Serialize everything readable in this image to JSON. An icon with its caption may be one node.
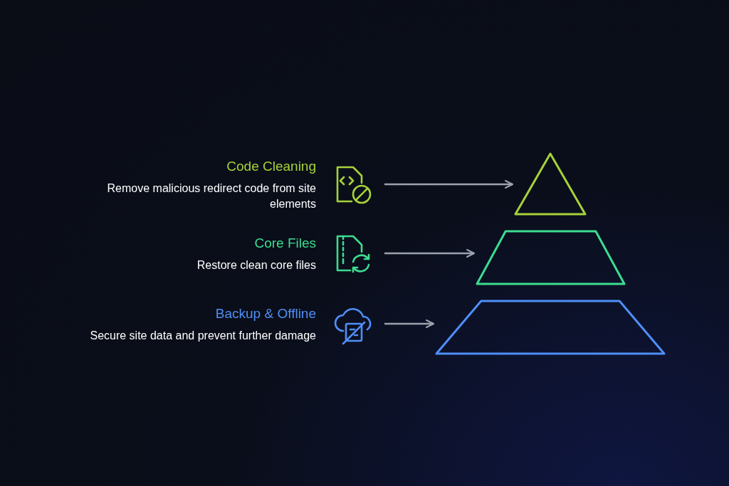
{
  "diagram": {
    "nodes": [
      {
        "text": [
          "Code Cleaning",
          "Remove malicious redirect code from site elements"
        ]
      },
      {
        "text": [],
        "shape": "triangle"
      },
      {
        "text": [
          "Core Files",
          "Restore clean core files"
        ]
      },
      {
        "text": [],
        "shape": "trapezoid"
      },
      {
        "text": [
          "Backup & Offline",
          "Secure site data and prevent further damage"
        ]
      },
      {
        "text": [],
        "shape": "trapezoid"
      }
    ],
    "edges": [
      {
        "from": 0,
        "to": 1,
        "arrow": "to"
      },
      {
        "from": 2,
        "to": 3,
        "arrow": "to"
      },
      {
        "from": 4,
        "to": 5,
        "arrow": "to"
      }
    ]
  }
}
